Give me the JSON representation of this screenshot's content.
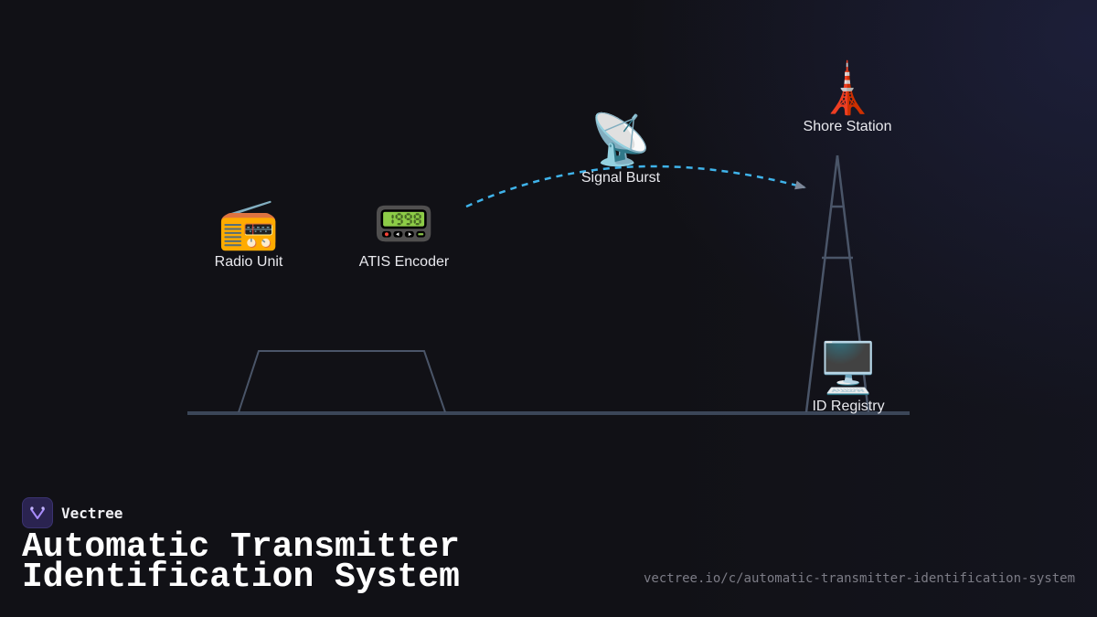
{
  "nodes": {
    "radio_unit": {
      "icon": "radio-icon",
      "glyph": "📻",
      "label": "Radio Unit"
    },
    "atis_encoder": {
      "icon": "pager-icon",
      "glyph": "📟",
      "label": "ATIS Encoder"
    },
    "signal_burst": {
      "icon": "satellite-antenna-icon",
      "glyph": "📡",
      "label": "Signal Burst"
    },
    "shore_station": {
      "icon": "tower-icon",
      "glyph": "🗼",
      "label": "Shore Station"
    },
    "id_registry": {
      "icon": "desktop-computer-icon",
      "glyph": "🖥️",
      "label": "ID Registry"
    }
  },
  "brand": {
    "name": "Vectree",
    "icon": "vectree-logo-icon"
  },
  "title": {
    "line1": "Automatic Transmitter",
    "line2": "Identification System"
  },
  "url": "vectree.io/c/automatic-transmitter-identification-system",
  "colors": {
    "arrow": "#3fb3ea",
    "lines": "#3b4658",
    "background": "#111116",
    "logo_bg": "#2a2350"
  }
}
